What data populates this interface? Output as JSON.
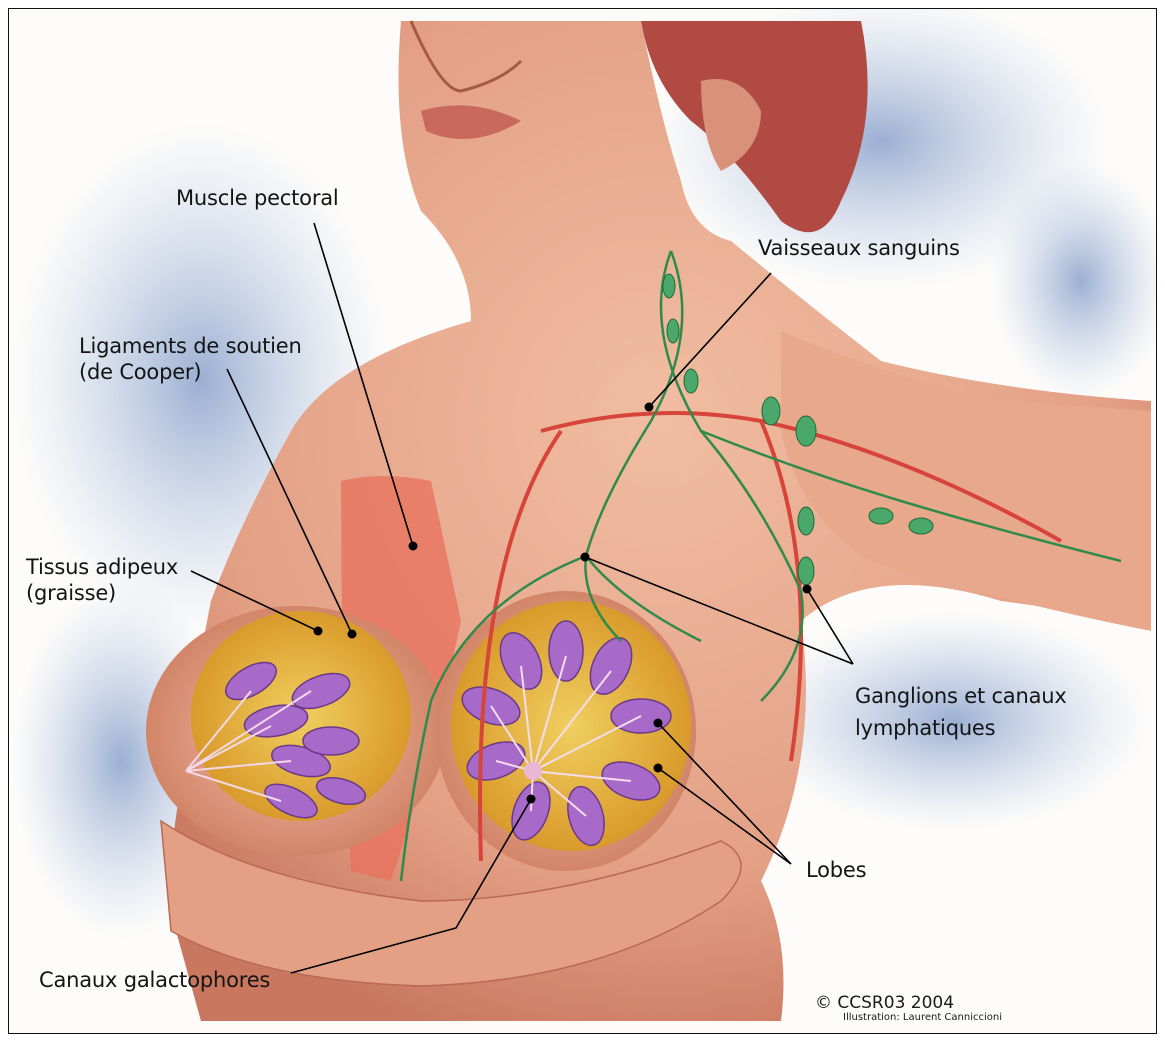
{
  "labels": {
    "muscle_pectoral": "Muscle pectoral",
    "vaisseaux_sanguins": "Vaisseaux sanguins",
    "ligaments_line1": "Ligaments de soutien",
    "ligaments_line2": "(de Cooper)",
    "tissus_line1": "Tissus adipeux",
    "tissus_line2": "(graisse)",
    "ganglions_line1": "Ganglions et canaux",
    "ganglions_line2": "lymphatiques",
    "lobes": "Lobes",
    "canaux_galactophores": "Canaux galactophores"
  },
  "credits": {
    "copyright": "© CCSR03 2004",
    "illustration": "Illustration: Laurent Canniccioni"
  },
  "colors": {
    "skin": "#e8a68a",
    "skin_shadow": "#c9785f",
    "hair": "#b24a44",
    "lobe_purple": "#a86ac8",
    "fat_yellow": "#e6b43a",
    "lymph_green": "#2f8a4c",
    "vessel_red": "#d6443a",
    "background_wash": "#9fb3d6"
  }
}
